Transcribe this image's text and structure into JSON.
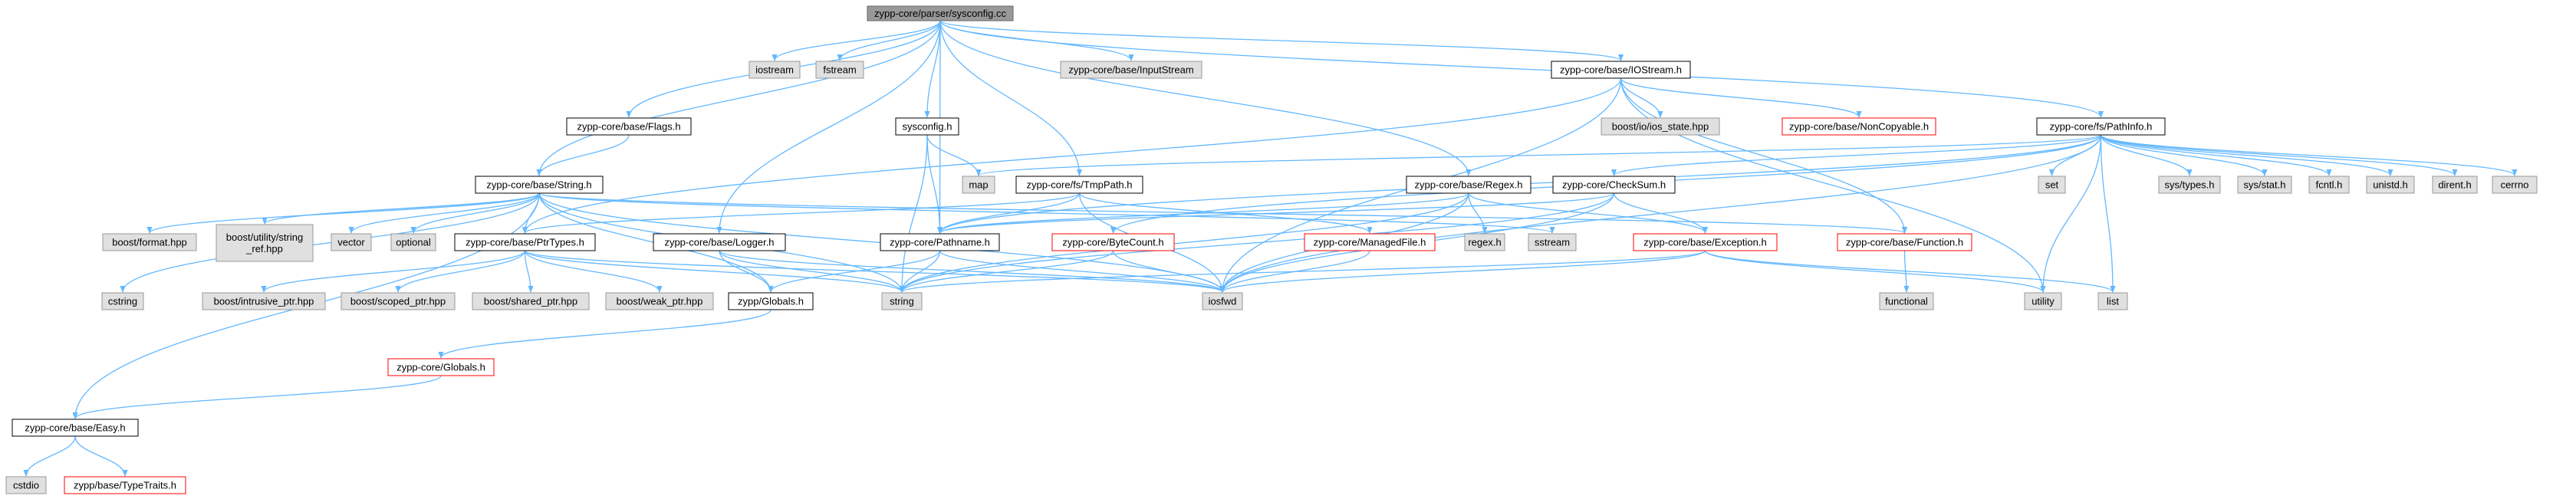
{
  "graph": {
    "title": "zypp-core/parser/sysconfig.cc",
    "nodes": [
      {
        "id": "root",
        "label": "zypp-core/parser/sysconfig.cc",
        "kind": "root"
      },
      {
        "id": "iostream",
        "label": "iostream",
        "kind": "sys"
      },
      {
        "id": "fstream",
        "label": "fstream",
        "kind": "sys"
      },
      {
        "id": "inputstream",
        "label": "zypp-core/base/InputStream",
        "kind": "sys"
      },
      {
        "id": "iostreamh",
        "label": "zypp-core/base/IOStream.h",
        "kind": "file"
      },
      {
        "id": "flags",
        "label": "zypp-core/base/Flags.h",
        "kind": "file"
      },
      {
        "id": "sysconfigh",
        "label": "sysconfig.h",
        "kind": "file"
      },
      {
        "id": "ios_state",
        "label": "boost/io/ios_state.hpp",
        "kind": "sys"
      },
      {
        "id": "noncopyable",
        "label": "zypp-core/base/NonCopyable.h",
        "kind": "missing"
      },
      {
        "id": "pathinfo",
        "label": "zypp-core/fs/PathInfo.h",
        "kind": "file"
      },
      {
        "id": "stringh",
        "label": "zypp-core/base/String.h",
        "kind": "file"
      },
      {
        "id": "map",
        "label": "map",
        "kind": "sys"
      },
      {
        "id": "tmppath",
        "label": "zypp-core/fs/TmpPath.h",
        "kind": "file"
      },
      {
        "id": "regex",
        "label": "zypp-core/base/Regex.h",
        "kind": "file"
      },
      {
        "id": "checksum",
        "label": "zypp-core/CheckSum.h",
        "kind": "file"
      },
      {
        "id": "set",
        "label": "set",
        "kind": "sys"
      },
      {
        "id": "systypes",
        "label": "sys/types.h",
        "kind": "sys"
      },
      {
        "id": "sysstat",
        "label": "sys/stat.h",
        "kind": "sys"
      },
      {
        "id": "fcntl",
        "label": "fcntl.h",
        "kind": "sys"
      },
      {
        "id": "unistd",
        "label": "unistd.h",
        "kind": "sys"
      },
      {
        "id": "dirent",
        "label": "dirent.h",
        "kind": "sys"
      },
      {
        "id": "cerrno",
        "label": "cerrno",
        "kind": "sys"
      },
      {
        "id": "boostformat",
        "label": "boost/format.hpp",
        "kind": "sys"
      },
      {
        "id": "stringref",
        "label": "boost/utility/string\n_ref.hpp",
        "kind": "sys"
      },
      {
        "id": "vector",
        "label": "vector",
        "kind": "sys"
      },
      {
        "id": "optional",
        "label": "optional",
        "kind": "sys"
      },
      {
        "id": "ptrtypes",
        "label": "zypp-core/base/PtrTypes.h",
        "kind": "file"
      },
      {
        "id": "logger",
        "label": "zypp-core/base/Logger.h",
        "kind": "file"
      },
      {
        "id": "pathname",
        "label": "zypp-core/Pathname.h",
        "kind": "file"
      },
      {
        "id": "bytecount",
        "label": "zypp-core/ByteCount.h",
        "kind": "missing"
      },
      {
        "id": "managedfile",
        "label": "zypp-core/ManagedFile.h",
        "kind": "missing"
      },
      {
        "id": "regexh",
        "label": "regex.h",
        "kind": "sys"
      },
      {
        "id": "sstream",
        "label": "sstream",
        "kind": "sys"
      },
      {
        "id": "exception",
        "label": "zypp-core/base/Exception.h",
        "kind": "missing"
      },
      {
        "id": "function",
        "label": "zypp-core/base/Function.h",
        "kind": "missing"
      },
      {
        "id": "cstring",
        "label": "cstring",
        "kind": "sys"
      },
      {
        "id": "intrusive",
        "label": "boost/intrusive_ptr.hpp",
        "kind": "sys"
      },
      {
        "id": "scoped",
        "label": "boost/scoped_ptr.hpp",
        "kind": "sys"
      },
      {
        "id": "shared",
        "label": "boost/shared_ptr.hpp",
        "kind": "sys"
      },
      {
        "id": "weak",
        "label": "boost/weak_ptr.hpp",
        "kind": "sys"
      },
      {
        "id": "globalsh",
        "label": "zypp/Globals.h",
        "kind": "file"
      },
      {
        "id": "string",
        "label": "string",
        "kind": "sys"
      },
      {
        "id": "iosfwd",
        "label": "iosfwd",
        "kind": "sys"
      },
      {
        "id": "functional",
        "label": "functional",
        "kind": "sys"
      },
      {
        "id": "utility",
        "label": "utility",
        "kind": "sys"
      },
      {
        "id": "list",
        "label": "list",
        "kind": "sys"
      },
      {
        "id": "coreglobals",
        "label": "zypp-core/Globals.h",
        "kind": "missing"
      },
      {
        "id": "easy",
        "label": "zypp-core/base/Easy.h",
        "kind": "file"
      },
      {
        "id": "cstdio",
        "label": "cstdio",
        "kind": "sys"
      },
      {
        "id": "typetraits",
        "label": "zypp/base/TypeTraits.h",
        "kind": "missing"
      }
    ]
  }
}
